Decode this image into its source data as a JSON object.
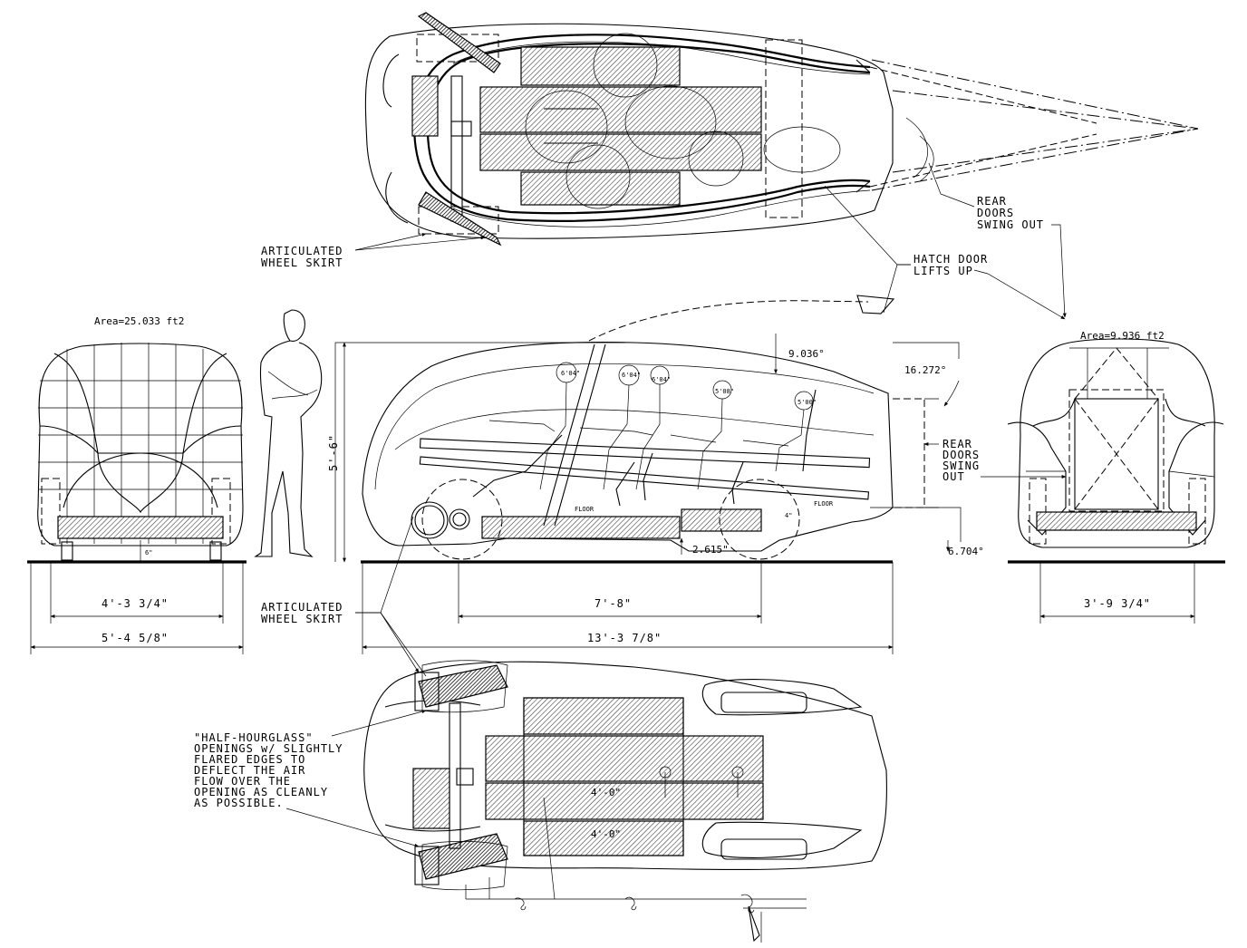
{
  "labels": {
    "articulated_skirt_top": [
      "ARTICULATED",
      "WHEEL SKIRT"
    ],
    "articulated_skirt_mid": [
      "ARTICULATED",
      "WHEEL SKIRT"
    ],
    "rear_doors_top": [
      "REAR",
      "DOORS",
      "SWING OUT"
    ],
    "hatch_door": [
      "HATCH DOOR",
      "LIFTS UP"
    ],
    "rear_doors_side": [
      "REAR",
      "DOORS",
      "SWING",
      "OUT"
    ],
    "half_hourglass": [
      "\"HALF-HOURGLASS\"",
      "OPENINGS w/ SLIGHTLY",
      "FLARED EDGES TO",
      "DEFLECT THE AIR",
      "FLOW OVER THE",
      "OPENING AS CLEANLY",
      "AS POSSIBLE."
    ]
  },
  "areas": {
    "front": "Area=25.033 ft2",
    "rear": "Area=9.936 ft2"
  },
  "angles": {
    "roof": "9.036°",
    "rear_upper": "16.272°",
    "rear_lower": "6.704°"
  },
  "dimensions": {
    "front_track": "4'-3 3/4\"",
    "front_width": "5'-4 5/8\"",
    "front_clear": "6\"",
    "wheelbase": "7'-8\"",
    "overall_length": "13'-3 7/8\"",
    "height": "5'-6\"",
    "floor_clear": "2.615\"",
    "floor_step": "4\"",
    "rear_track": "3'-9 3/4\""
  },
  "occupants": [
    "6'04\"",
    "6'04\"",
    "6'04\"",
    "5'08\"",
    "5'00\""
  ],
  "floor_labels": [
    "FLOOR",
    "FLOOR"
  ],
  "bottom_dims": [
    "4'-0\"",
    "4'-0\""
  ]
}
